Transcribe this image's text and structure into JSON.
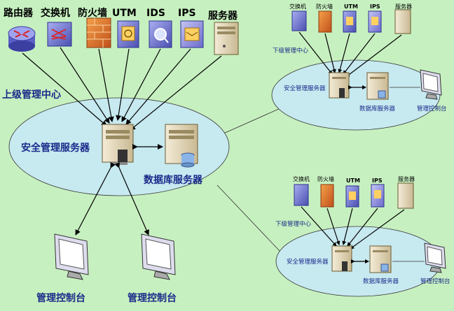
{
  "top_devices": {
    "router": "路由器",
    "switch": "交换机",
    "firewall": "防火墙",
    "utm": "UTM",
    "ids": "IDS",
    "ips": "IPS",
    "server": "服务器"
  },
  "main_center": {
    "title": "上级管理中心",
    "security_server": "安全管理服务器",
    "db_server": "数据库服务器",
    "console_1": "管理控制台",
    "console_2": "管理控制台"
  },
  "sub_center_1": {
    "title": "下级管理中心",
    "devices": {
      "switch": "交换机",
      "firewall": "防火墙",
      "utm": "UTM",
      "ips": "IPS",
      "server": "服务器"
    },
    "security_server": "安全管理服务器",
    "db_server": "数据库服务器",
    "console": "管理控制台"
  },
  "sub_center_2": {
    "title": "下级管理中心",
    "devices": {
      "switch": "交换机",
      "firewall": "防火墙",
      "utm": "UTM",
      "ips": "IPS",
      "server": "服务器"
    },
    "security_server": "安全管理服务器",
    "db_server": "数据库服务器",
    "console": "管理控制台"
  },
  "colors": {
    "background": "#c7f0c0",
    "ellipse": "#c7e9f0",
    "label_blue": "#1a2a8a"
  }
}
